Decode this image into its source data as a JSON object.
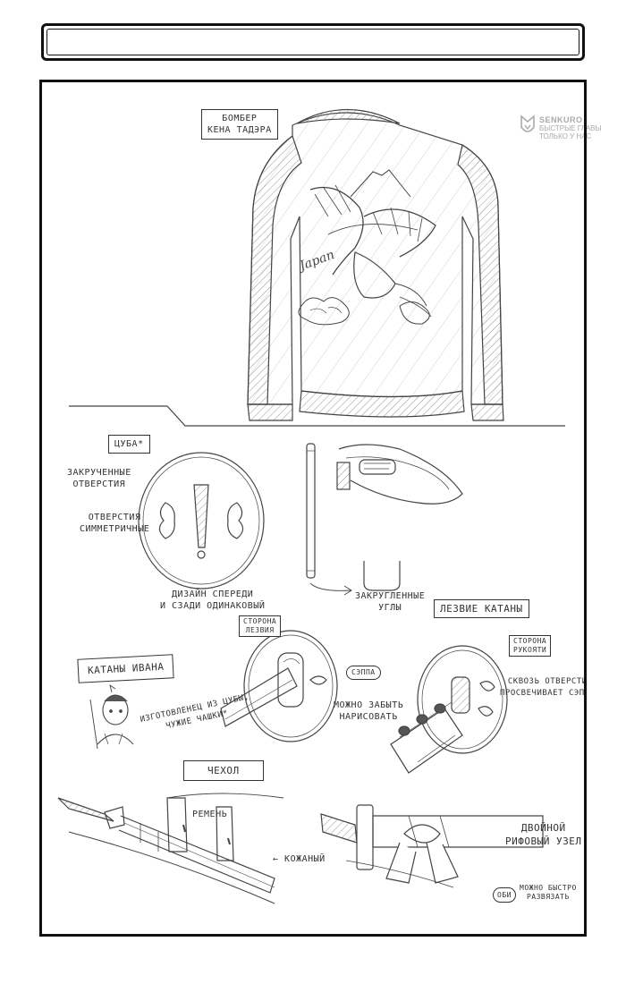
{
  "watermark": {
    "brand": "SENKURO",
    "line1": "БЫСТРЫЕ ГЛАВЫ",
    "line2": "ТОЛЬКО У НАС"
  },
  "labels": {
    "bomber_line1": "БОМБЕР",
    "bomber_line2": "КЕНА ТАДЭРА",
    "jacket_text": "Japan",
    "tsuba": "ЦУБА*",
    "holes_twisted_line1": "ЗАКРУЧЕННЫЕ",
    "holes_twisted_line2": "ОТВЕРСТИЯ",
    "holes_symmetric_line1": "ОТВЕРСТИЯ",
    "holes_symmetric_line2": "СИММЕТРИЧНЫЕ",
    "design_line1": "ДИЗАЙН СПЕРЕДИ",
    "design_line2": "И СЗАДИ ОДИНАКОВЫЙ",
    "corners_line1": "ЗАКРУГЛЕННЫЕ",
    "corners_line2": "УГЛЫ",
    "blade": "ЛЕЗВИЕ КАТАНЫ",
    "blade_side_line1": "СТОРОНА",
    "blade_side_line2": "ЛЕЗВИЯ",
    "handle_side_line1": "СТОРОНА",
    "handle_side_line2": "РУКОЯТИ",
    "seppa": "СЭППА",
    "forget_line1": "МОЖНО ЗАБЫТЬ",
    "forget_line2": "НАРИСОВАТЬ",
    "through_line1": "СКВОЗЬ ОТВЕРСТИЯ",
    "through_line2": "ПРОСВЕЧИВАЕТ СЭППА*",
    "ivan_katanas": "КАТАНЫ ИВАНА",
    "made_line1": "ИЗГОТОВЛЕНЕЦ ИЗ ЦУБЫ,",
    "made_line2": "ЧУЖИЕ ЧАШКИ*",
    "scabbard": "ЧЕХОЛ",
    "belt": "РЕМЕНЬ",
    "leather": "КОЖАНЫЙ",
    "knot_line1": "ДВОЙНОЙ",
    "knot_line2": "РИФОВЫЙ УЗЕЛ",
    "obi": "ОБИ",
    "quick_line1": "МОЖНО БЫСТРО",
    "quick_line2": "РАЗВЯЗАТЬ"
  }
}
